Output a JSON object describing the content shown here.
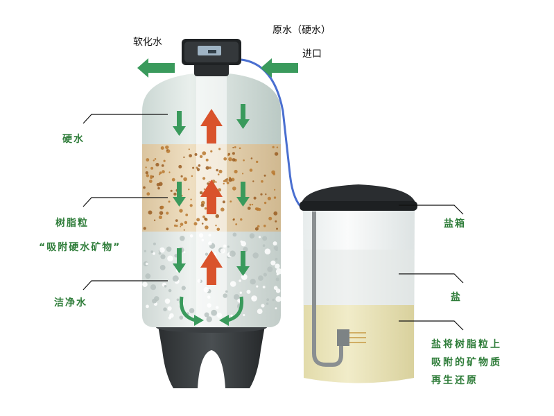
{
  "labels": {
    "soft_water": "软化水",
    "raw_water": "原水（硬水）",
    "inlet": "进口",
    "hard_water": "硬水",
    "resin": "树脂粒",
    "resin_note": "“吸附硬水矿物”",
    "clean_water": "洁净水",
    "brine_tank": "盐箱",
    "salt": "盐",
    "regen_lines": [
      "盐将树脂粒上",
      "吸附的矿物质",
      "再生还原"
    ]
  },
  "colors": {
    "flow_arrow": "#3a9a5c",
    "up_arrow": "#d9532c",
    "pipe": "#4a6fd0",
    "label_green": "#2f7d3a",
    "resin_band": "#e8cfa9",
    "brine": "#e9e2b6"
  }
}
